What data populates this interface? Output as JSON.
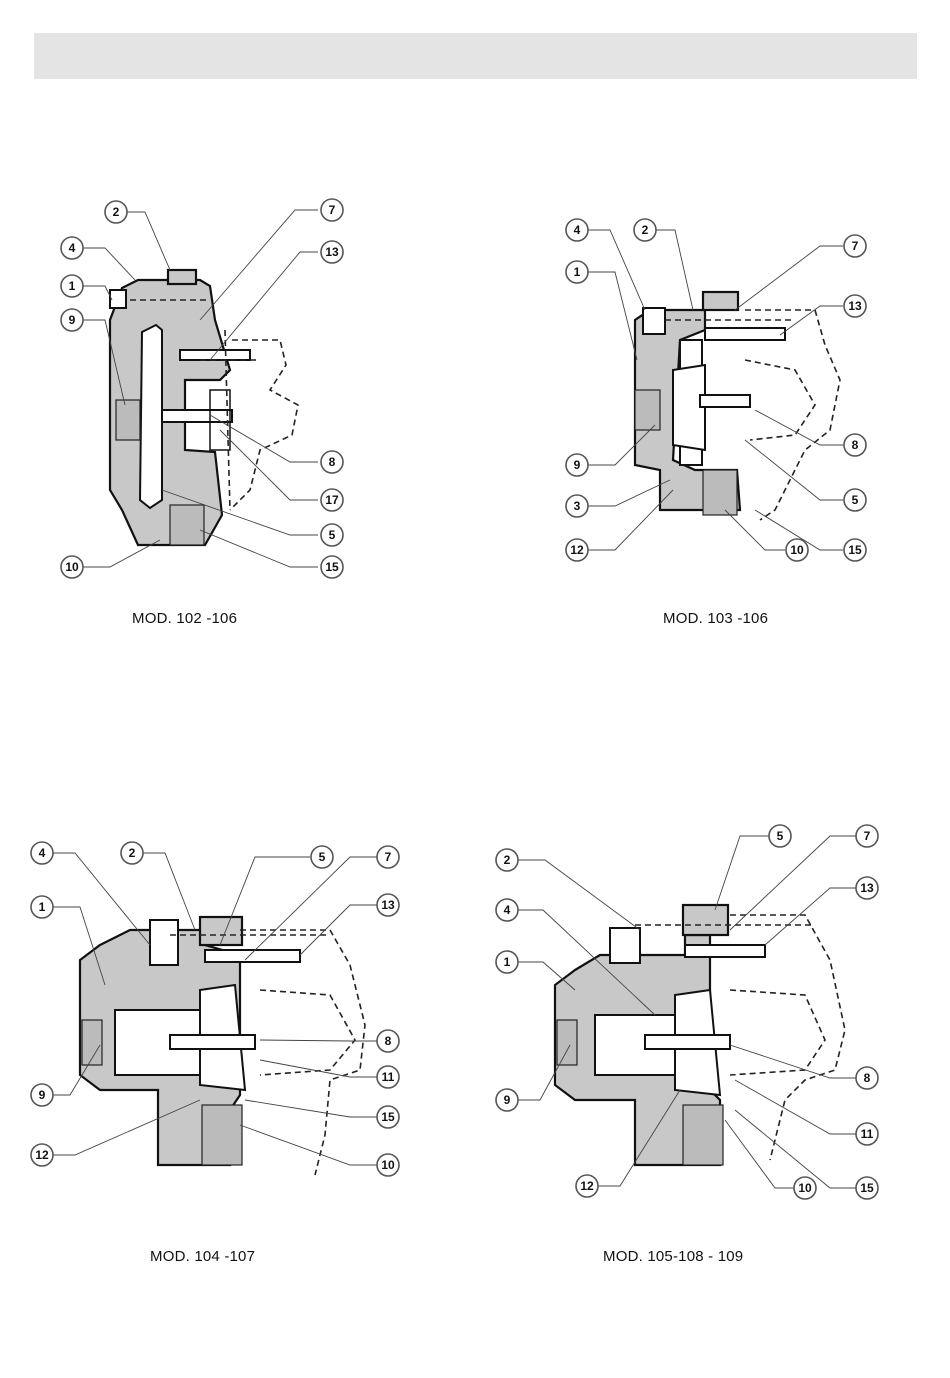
{
  "captions": {
    "mod1": "MOD. 102 -106",
    "mod2": "MOD. 103 -106",
    "mod3": "MOD. 104 -107",
    "mod4": "MOD. 105-108 - 109"
  },
  "panels": {
    "p1": {
      "callouts": [
        "2",
        "4",
        "1",
        "9",
        "7",
        "13",
        "8",
        "17",
        "5",
        "15",
        "10"
      ]
    },
    "p2": {
      "callouts": [
        "4",
        "2",
        "1",
        "7",
        "13",
        "8",
        "5",
        "9",
        "3",
        "12",
        "10",
        "15"
      ]
    },
    "p3": {
      "callouts": [
        "4",
        "2",
        "5",
        "7",
        "1",
        "13",
        "8",
        "11",
        "9",
        "15",
        "12",
        "10"
      ]
    },
    "p4": {
      "callouts": [
        "5",
        "7",
        "2",
        "13",
        "4",
        "1",
        "8",
        "11",
        "9",
        "12",
        "10",
        "15"
      ]
    }
  }
}
